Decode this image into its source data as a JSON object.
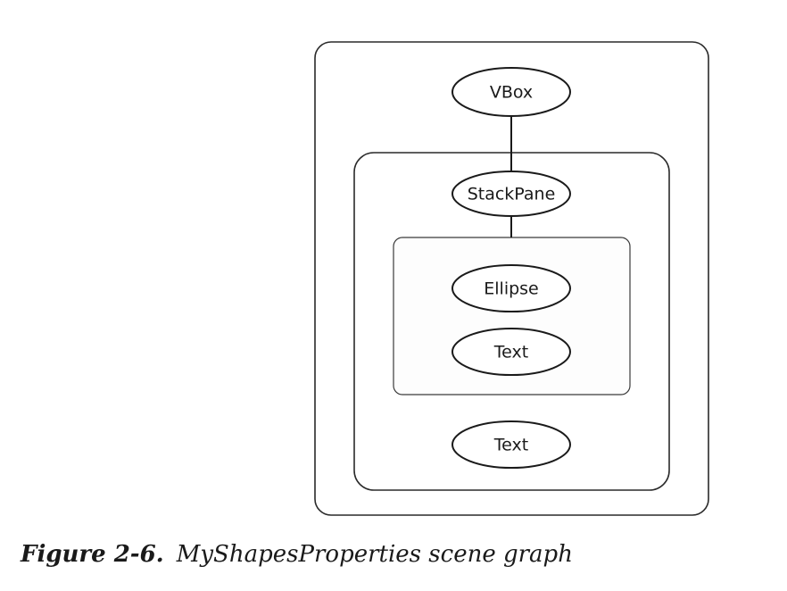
{
  "diagram": {
    "containers": [
      {
        "id": "vbox-container",
        "label": ""
      },
      {
        "id": "stackpane-container",
        "label": ""
      },
      {
        "id": "shapes-container",
        "label": ""
      }
    ],
    "nodes": [
      {
        "id": "vbox",
        "label": "VBox"
      },
      {
        "id": "stackpane",
        "label": "StackPane"
      },
      {
        "id": "ellipse",
        "label": "Ellipse"
      },
      {
        "id": "text-inner",
        "label": "Text"
      },
      {
        "id": "text-outer",
        "label": "Text"
      }
    ],
    "edges": [
      {
        "from": "vbox",
        "to": "stackpane"
      },
      {
        "from": "stackpane",
        "to": "shapes-container"
      }
    ]
  },
  "caption": {
    "figure_number": "Figure 2-6.",
    "text": "MyShapesProperties scene graph"
  }
}
